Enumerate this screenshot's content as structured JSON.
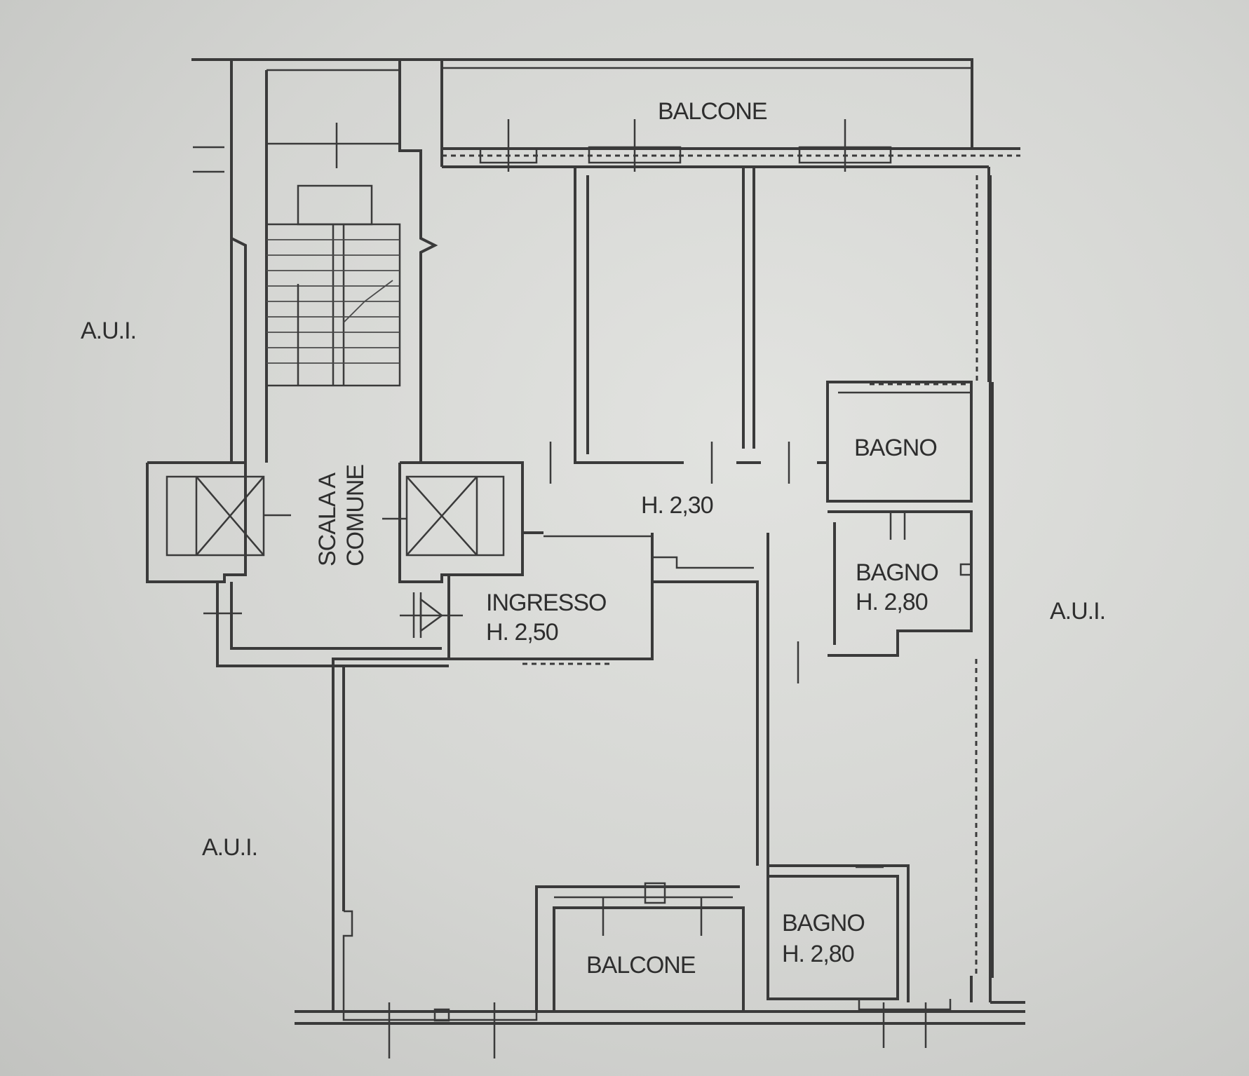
{
  "labels": {
    "balcone_top": "BALCONE",
    "aui_left_upper": "A.U.I.",
    "aui_left_lower": "A.U.I.",
    "aui_right": "A.U.I.",
    "scala_line1": "SCALA A",
    "scala_line2": "COMUNE",
    "height_main": "H. 2,30",
    "ingresso_name": "INGRESSO",
    "ingresso_height": "H. 2,50",
    "bagno_upper": "BAGNO",
    "bagno_middle_name": "BAGNO",
    "bagno_middle_height": "H. 2,80",
    "balcone_bottom": "BALCONE",
    "bagno_lower_name": "BAGNO",
    "bagno_lower_height": "H. 2,80"
  }
}
